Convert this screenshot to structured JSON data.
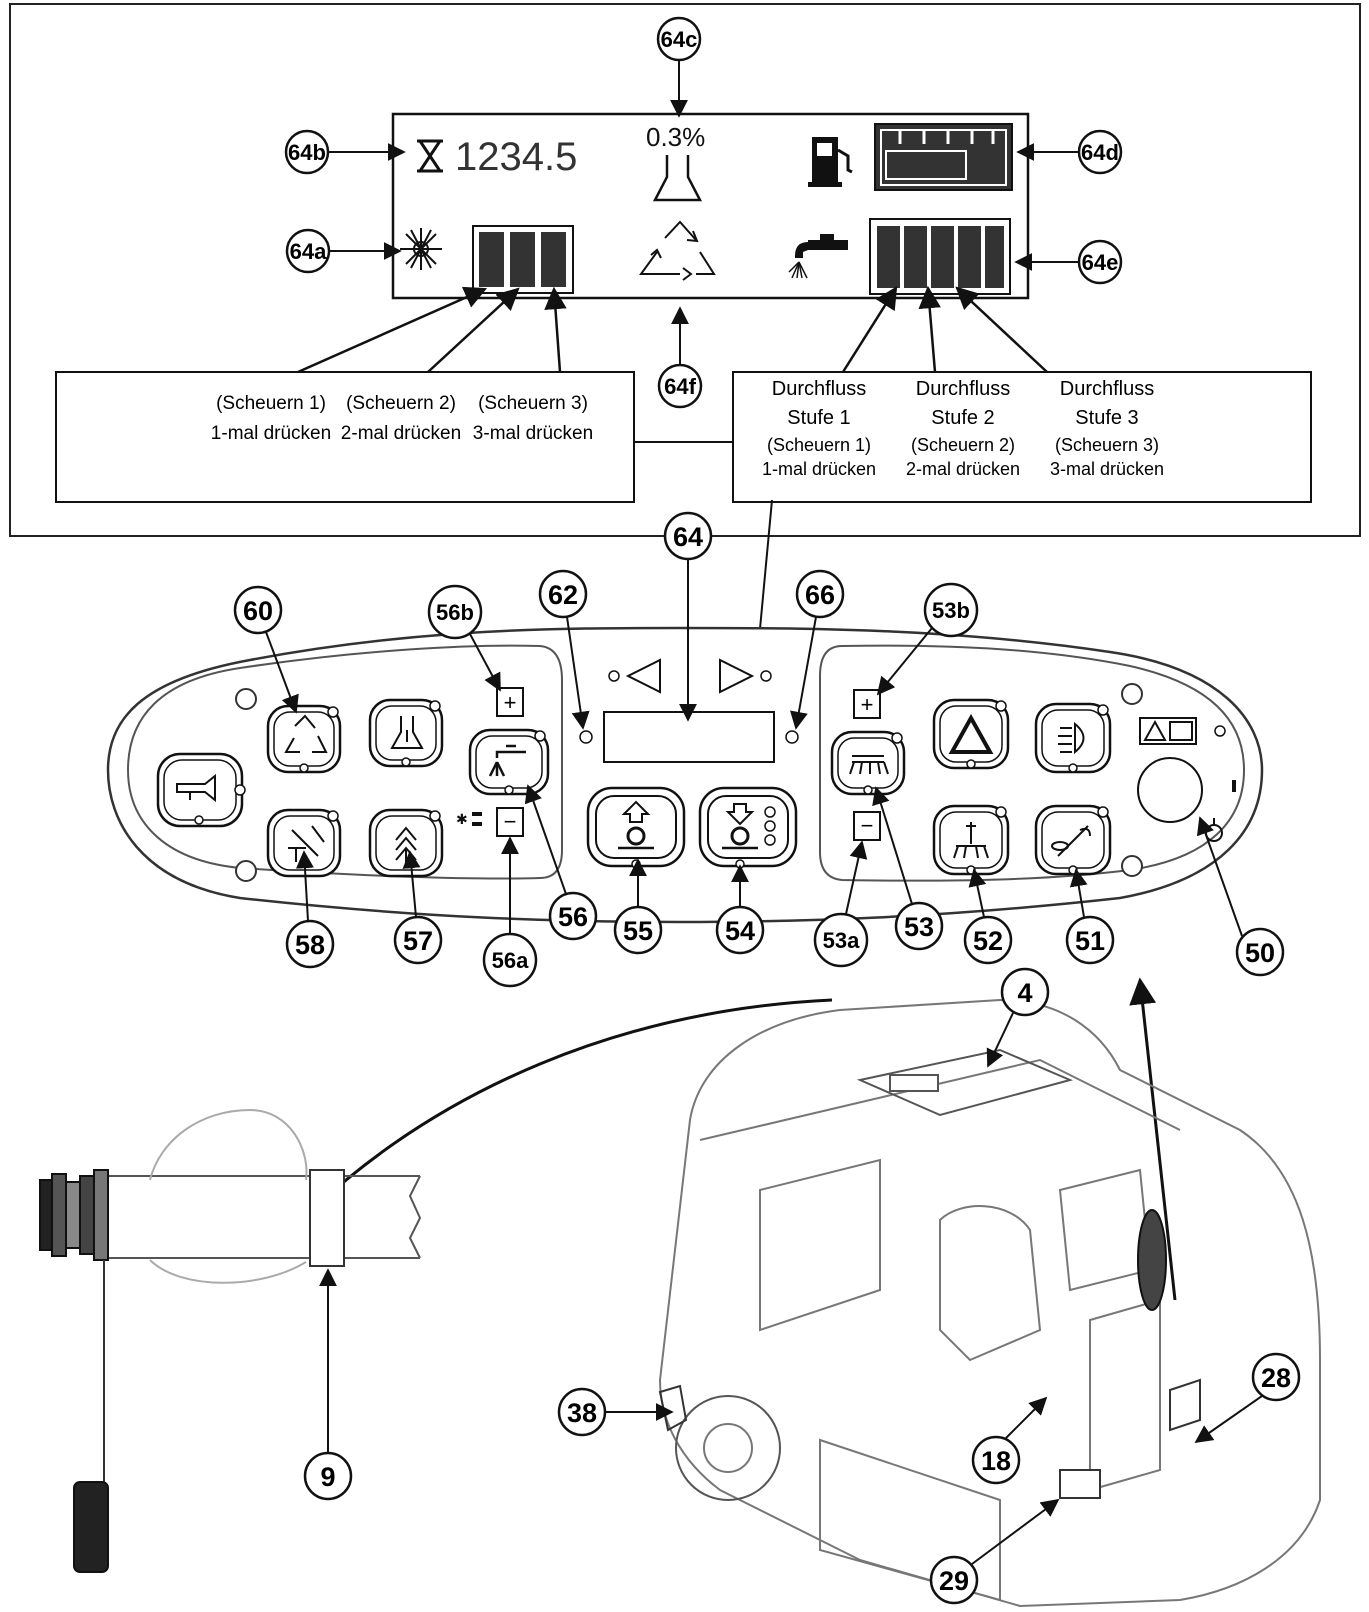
{
  "display": {
    "hours_value": "1234.5",
    "detergent_percent": "0.3%"
  },
  "left_box": {
    "cols": [
      {
        "line1": "(Scheuern 1)",
        "line2": "1-mal drücken"
      },
      {
        "line1": "(Scheuern 2)",
        "line2": "2-mal drücken"
      },
      {
        "line1": "(Scheuern 3)",
        "line2": "3-mal drücken"
      }
    ]
  },
  "right_box": {
    "cols": [
      {
        "line1": "Durchfluss",
        "line2": "Stufe 1",
        "line3": "(Scheuern 1)",
        "line4": "1-mal drücken"
      },
      {
        "line1": "Durchfluss",
        "line2": "Stufe 2",
        "line3": "(Scheuern 2)",
        "line4": "2-mal drücken"
      },
      {
        "line1": "Durchfluss",
        "line2": "Stufe 3",
        "line3": "(Scheuern 3)",
        "line4": "3-mal drücken"
      }
    ]
  },
  "callouts": {
    "c64a": "64a",
    "c64b": "64b",
    "c64c": "64c",
    "c64d": "64d",
    "c64e": "64e",
    "c64f": "64f",
    "c64": "64",
    "c62": "62",
    "c66": "66",
    "c60": "60",
    "c56b": "56b",
    "c53b": "53b",
    "c58": "58",
    "c57": "57",
    "c56a": "56a",
    "c56": "56",
    "c55": "55",
    "c54": "54",
    "c53a": "53a",
    "c53": "53",
    "c52": "52",
    "c51": "51",
    "c50": "50",
    "c4": "4",
    "c9": "9",
    "c18": "18",
    "c28": "28",
    "c29": "29",
    "c38": "38"
  },
  "icons": {
    "hourglass": "hourglass-icon",
    "flask": "flask-icon",
    "fuel": "fuel-pump-icon",
    "light": "work-light-icon",
    "recycle": "recycle-icon",
    "water": "water-tap-icon",
    "horn": "horn-icon",
    "hazard": "hazard-icon",
    "headlight": "headlight-icon",
    "key": "ignition-key-icon"
  },
  "colors": {
    "line": "#111111",
    "fill_dark": "#333333",
    "panel_border": "#555555"
  }
}
